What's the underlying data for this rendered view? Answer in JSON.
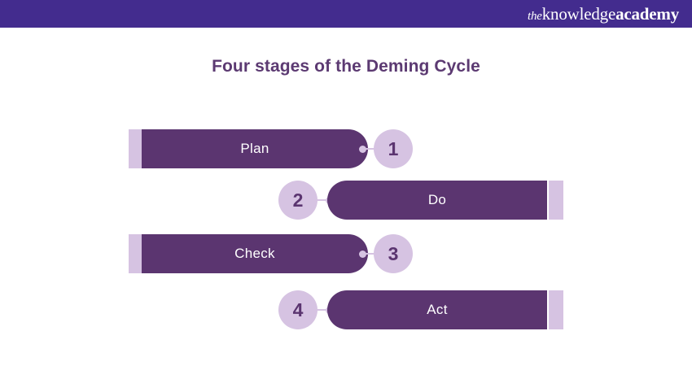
{
  "header": {
    "background_color": "#432C8E",
    "logo": {
      "name": "theknowledgeacademy-logo",
      "part_the": "the",
      "part_knowledge": "knowledge",
      "part_academy": "academy"
    }
  },
  "title": "Four stages of the Deming Cycle",
  "colors": {
    "header": "#432C8E",
    "bar_dark": "#5B3570",
    "accent_light": "#D6C3E2",
    "title": "#5C3A72",
    "label": "#FFFFFF",
    "page_background": "#FFFFFF"
  },
  "chart_data": {
    "type": "diagram",
    "title": "Four stages of the Deming Cycle",
    "stages": [
      {
        "number": "1",
        "label": "Plan",
        "direction": "ltr"
      },
      {
        "number": "2",
        "label": "Do",
        "direction": "rtl"
      },
      {
        "number": "3",
        "label": "Check",
        "direction": "ltr"
      },
      {
        "number": "4",
        "label": "Act",
        "direction": "rtl"
      }
    ]
  }
}
